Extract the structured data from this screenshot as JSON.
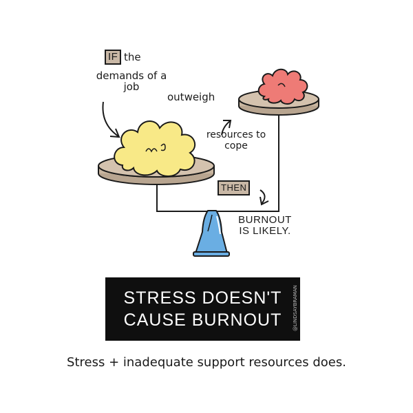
{
  "labels": {
    "if": "IF",
    "the": "the",
    "demands": "demands of a job",
    "outweigh": "outweigh",
    "resources": "resources to cope",
    "then": "THEN",
    "burnout": "BURNOUT IS LIKELY."
  },
  "banner": {
    "line1": "STRESS DOESN'T",
    "line2": "CAUSE BURNOUT"
  },
  "credit": "@LINDSAYBRAMAN",
  "caption": "Stress + inadequate support resources does.",
  "colors": {
    "plate": "#d4c2ae",
    "label_box": "#c9b8a6",
    "yellow_cloud": "#f8e987",
    "pink_cloud": "#ee7b76",
    "fulcrum": "#6aaee3",
    "banner": "#0f0f0f"
  }
}
